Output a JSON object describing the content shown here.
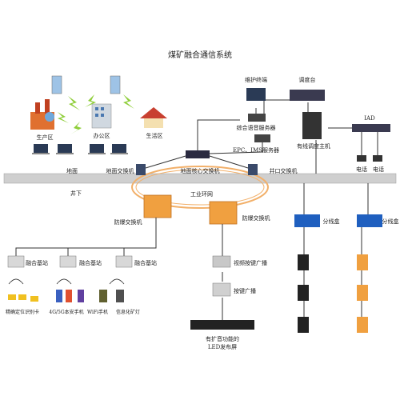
{
  "title": "煤矿融合通信系统",
  "surface": {
    "zones": [
      "生产区",
      "办公区",
      "生活区"
    ],
    "ground": "地面",
    "underground": "井下",
    "ground_switch": "地面交换机",
    "core_switch": "地面核心交换机",
    "shaft_switch": "井口交换机",
    "maintenance": "维护终端",
    "dispatch_desk": "调度台",
    "voice_server": "综合语音服务器",
    "epc_server": "EPC、IMS服务器",
    "dispatch_host": "有线调度主机",
    "iad": "IAD",
    "phones": [
      "电话",
      "电话"
    ]
  },
  "underground": {
    "ring": "工业环网",
    "explosion_switches": [
      "防爆交换机",
      "防爆交换机"
    ],
    "base_stations": [
      "融合基站",
      "融合基站",
      "融合基站"
    ],
    "devices": [
      "精确定位识别卡",
      "4G/5G本安手机",
      "WiFi手机",
      "信息化矿灯"
    ],
    "video_broadcast": "视频按键广播",
    "key_broadcast": "按键广播",
    "led_screen_line1": "有扩音功能的",
    "led_screen_line2": "LED发布屏",
    "junction_boxes": [
      "分线盒",
      "分线盒"
    ]
  },
  "colors": {
    "orange": "#f0a040",
    "blue": "#1f5fbf",
    "dark": "#333333",
    "link_green": "#8fce3a",
    "ring": "#f2b06a"
  }
}
